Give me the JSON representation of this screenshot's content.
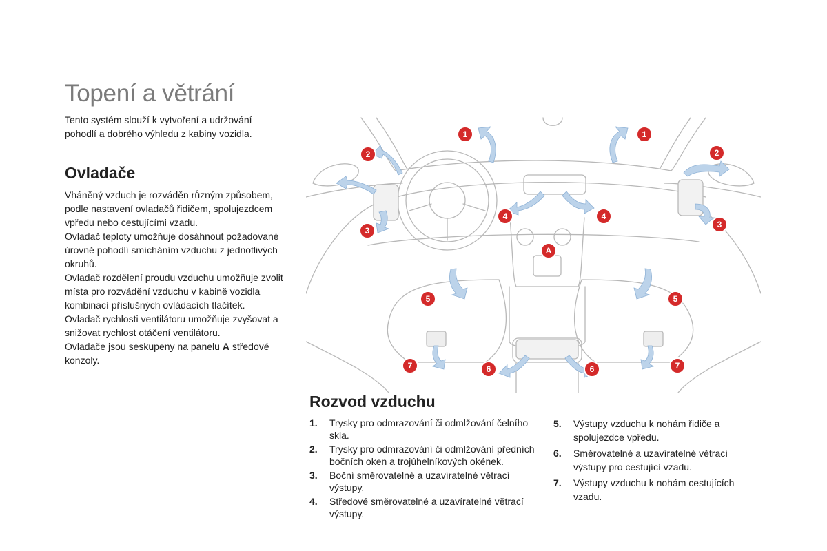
{
  "title": "Topení a větrání",
  "intro": "Tento systém slouží k vytvoření a udržování pohodlí a dobrého výhledu z kabiny vozidla.",
  "controls": {
    "heading": "Ovladače",
    "para1": "Vháněný vzduch je rozváděn různým způsobem, podle nastavení ovladačů řidičem, spolujezdcem vpředu nebo cestujícími vzadu.",
    "para2": "Ovladač teploty umožňuje dosáhnout požadované úrovně pohodlí smícháním vzduchu z jednotlivých okruhů.",
    "para3": "Ovladač rozdělení proudu vzduchu umožňuje zvolit místa pro rozvádění vzduchu v kabině vozidla kombinací příslušných ovládacích tlačítek.",
    "para4": "Ovladač rychlosti ventilátoru umožňuje zvyšovat a snižovat rychlost otáčení ventilátoru.",
    "para5_prefix": "Ovladače jsou seskupeny na panelu ",
    "para5_bold": "A",
    "para5_suffix": " středové konzoly."
  },
  "diagram": {
    "badges": [
      "1",
      "1",
      "2",
      "2",
      "3",
      "3",
      "4",
      "4",
      "A",
      "5",
      "5",
      "6",
      "6",
      "7",
      "7"
    ],
    "badge_color": "#d42a2a",
    "arrow_color": "#bcd3ea",
    "line_color": "#b8b8b8"
  },
  "distribution": {
    "heading": "Rozvod vzduchu",
    "items": [
      {
        "num": "1.",
        "text": "Trysky pro odmrazování či odmlžování čelního skla."
      },
      {
        "num": "2.",
        "text": "Trysky pro odmrazování či odmlžování předních bočních oken a trojúhelníkových okének."
      },
      {
        "num": "3.",
        "text": "Boční směrovatelné a uzavíratelné větrací výstupy."
      },
      {
        "num": "4.",
        "text": "Středové směrovatelné a uzavíratelné větrací výstupy."
      },
      {
        "num": "5.",
        "text": "Výstupy vzduchu k nohám řidiče a spolujezdce vpředu."
      },
      {
        "num": "6.",
        "text": "Směrovatelné a uzavíratelné větrací výstupy pro cestující vzadu."
      },
      {
        "num": "7.",
        "text": "Výstupy vzduchu k nohám cestujících vzadu."
      }
    ]
  }
}
